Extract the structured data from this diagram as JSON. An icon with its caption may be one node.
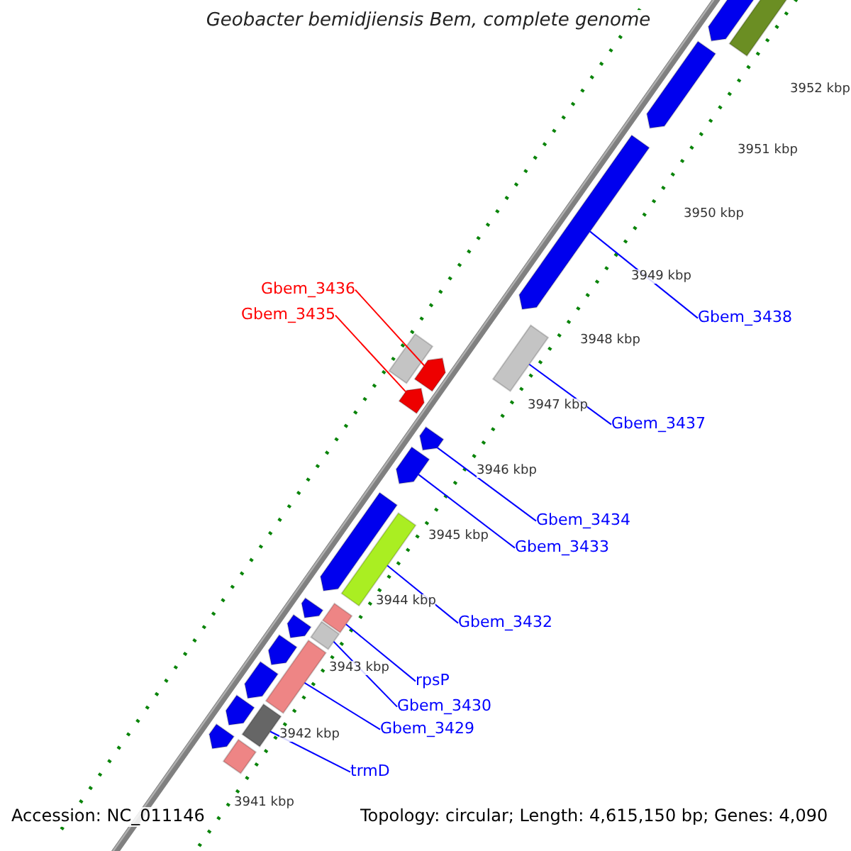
{
  "diagram": {
    "title": "Geobacter bemidjiensis Bem, complete genome",
    "nodes": [
      {
        "text": [
          "Gbem_3436"
        ]
      },
      {
        "text": [
          "Gbem_3435"
        ]
      },
      {
        "text": [
          "Gbem_3438"
        ]
      },
      {
        "text": [
          "Gbem_3437"
        ]
      },
      {
        "text": [
          "Gbem_3434"
        ]
      },
      {
        "text": [
          "Gbem_3433"
        ]
      },
      {
        "text": [
          "Gbem_3432"
        ]
      },
      {
        "text": [
          "rpsP"
        ]
      },
      {
        "text": [
          "Gbem_3430"
        ]
      },
      {
        "text": [
          "Gbem_3429"
        ]
      },
      {
        "text": [
          "trmD"
        ]
      },
      {
        "text": [],
        "shape": "arrow"
      },
      {
        "text": [],
        "shape": "arrow"
      },
      {
        "text": [],
        "shape": "arrow"
      },
      {
        "text": [],
        "shape": "bar"
      },
      {
        "text": [],
        "shape": "arrow"
      },
      {
        "text": [],
        "shape": "arrow"
      },
      {
        "text": [],
        "shape": "bar"
      },
      {
        "text": [],
        "shape": "bar"
      },
      {
        "text": [],
        "shape": "bar"
      },
      {
        "text": [],
        "shape": "bar"
      },
      {
        "text": [],
        "shape": "bar"
      },
      {
        "text": [],
        "shape": "arrow"
      },
      {
        "text": [],
        "shape": "arrow"
      },
      {
        "text": [],
        "shape": "arrow"
      },
      {
        "text": [],
        "shape": "arrow"
      },
      {
        "text": [],
        "shape": "arrow"
      },
      {
        "text": [],
        "shape": "arrow"
      },
      {
        "text": [],
        "shape": "arrow"
      },
      {
        "text": [],
        "shape": "arrow"
      },
      {
        "text": [],
        "shape": "arrow"
      },
      {
        "text": [],
        "shape": "bar"
      },
      {
        "text": [],
        "shape": "bar"
      },
      {
        "text": [],
        "shape": "bar"
      }
    ],
    "edges": [
      {
        "from": 0,
        "to": 11,
        "arrow": "none",
        "color": "#ff0000"
      },
      {
        "from": 1,
        "to": 12,
        "arrow": "none",
        "color": "#ff0000"
      },
      {
        "from": 2,
        "to": 13,
        "arrow": "none"
      },
      {
        "from": 3,
        "to": 14,
        "arrow": "none"
      },
      {
        "from": 4,
        "to": 15,
        "arrow": "none"
      },
      {
        "from": 5,
        "to": 16,
        "arrow": "none"
      },
      {
        "from": 6,
        "to": 17,
        "arrow": "none"
      },
      {
        "from": 7,
        "to": 18,
        "arrow": "none"
      },
      {
        "from": 8,
        "to": 19,
        "arrow": "none"
      },
      {
        "from": 9,
        "to": 20,
        "arrow": "none"
      },
      {
        "from": 10,
        "to": 21,
        "arrow": "none"
      }
    ],
    "labels": [
      "3952 kbp",
      "3951 kbp",
      "3950 kbp",
      "3949 kbp",
      "3948 kbp",
      "3947 kbp",
      "3946 kbp",
      "3945 kbp",
      "3944 kbp",
      "3943 kbp",
      "3942 kbp",
      "3941 kbp",
      "Accession: NC_011146",
      "Topology: circular; Length: 4,615,150 bp; Genes: 4,090"
    ]
  }
}
